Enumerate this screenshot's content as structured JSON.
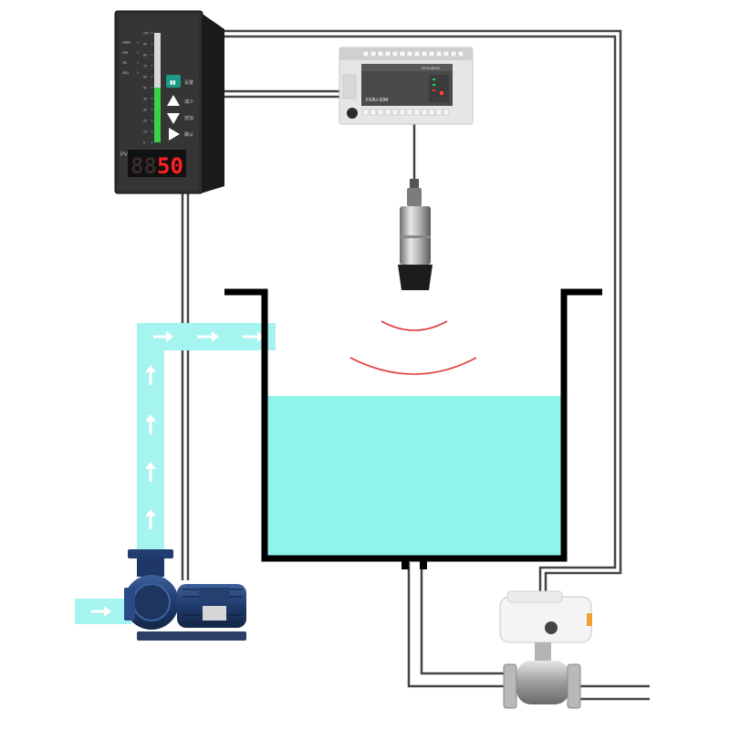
{
  "controller": {
    "alarm_labels": [
      "AHH",
      "AH",
      "AL",
      "ALL"
    ],
    "scale_ticks": [
      "100",
      "90",
      "80",
      "70",
      "60",
      "50",
      "40",
      "30",
      "20",
      "10",
      "0"
    ],
    "bar_level": 0.5,
    "pv_label": "PV",
    "pv_value": "50",
    "pv_blank_digits": "88",
    "button_labels": [
      "设置",
      "减少",
      "增加",
      "确认"
    ]
  },
  "plc": {
    "model_label": "FX3U-32M",
    "brand_label": "MITSUBISHI"
  },
  "tank": {
    "water_level": 0.48
  },
  "colors": {
    "water": "#8ff5ea",
    "pipe_flow": "#a6f4f0",
    "wire": "#444444",
    "tank_wall": "#000000",
    "sonar_wave": "#e23a3a",
    "bar_green": "#38d14a",
    "led_red": "#ff2020"
  },
  "icons": [
    "arrow-right-icon",
    "arrow-up-icon",
    "triangle-up-icon",
    "triangle-down-icon",
    "triangle-right-icon"
  ]
}
